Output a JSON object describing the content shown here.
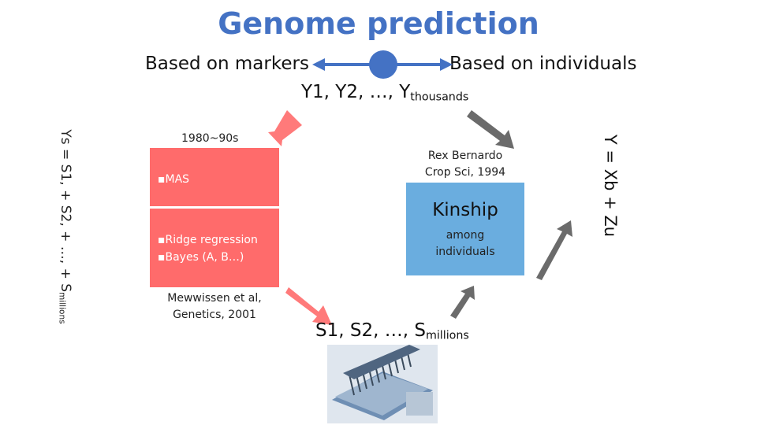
{
  "title": "Genome prediction",
  "axis": {
    "left_label": "Based on markers",
    "right_label": "Based on individuals"
  },
  "phenotypes": {
    "text": "Y1, Y2, …, Y",
    "sub": "thousands"
  },
  "markers_eq": {
    "text": "S1, S2, …, S",
    "sub": "millions"
  },
  "era": "1980~90s",
  "marker_methods": {
    "mas": "▪MAS",
    "ridge": "▪Ridge regression",
    "bayes": "▪Bayes (A, B…)"
  },
  "citation_left": {
    "line1": "Mewwissen et al,",
    "line2": "Genetics, 2001"
  },
  "citation_right": {
    "line1": "Rex Bernardo",
    "line2": "Crop Sci, 1994"
  },
  "kinship": {
    "title": "Kinship",
    "line1": "among",
    "line2": "individuals"
  },
  "left_equation": {
    "text": "Ys = S1, + S2, + …, + S",
    "sub": "millions"
  },
  "right_equation": "Y = Xb + Zu",
  "colors": {
    "title": "#4472c4",
    "red_box": "#ff6b6b",
    "blue_box": "#6aaddf",
    "arrow_red": "#ff6b6b",
    "arrow_gray": "#6b6b6b",
    "axis_arrow": "#4472c4"
  },
  "image": {
    "icon": "genotyping-chip-icon"
  }
}
